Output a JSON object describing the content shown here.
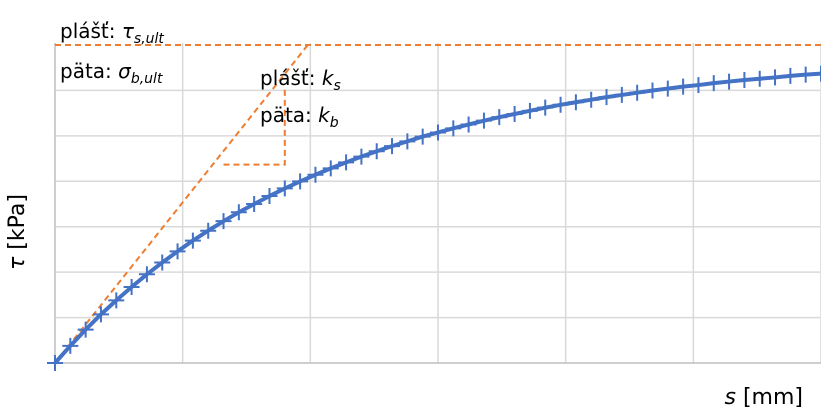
{
  "chart_data": {
    "type": "line",
    "xlabel_var": "s",
    "xlabel_unit": " [mm]",
    "ylabel_var": "τ",
    "ylabel_unit": " [kPa]",
    "xlim": [
      0,
      100
    ],
    "ylim": [
      0,
      100
    ],
    "grid": true,
    "legend": "none",
    "curve": {
      "k": 2.7,
      "x": [
        0,
        2,
        4,
        6,
        8,
        10,
        12,
        14,
        16,
        18,
        20,
        22,
        24,
        26,
        28,
        30,
        32,
        34,
        36,
        38,
        40,
        42,
        44,
        46,
        48,
        50,
        52,
        54,
        56,
        58,
        60,
        62,
        64,
        66,
        68,
        70,
        72,
        74,
        76,
        78,
        80,
        82,
        84,
        86,
        88,
        90,
        92,
        94,
        96,
        98,
        100
      ],
      "y": [
        0.0,
        5.4,
        10.5,
        15.3,
        19.7,
        23.9,
        27.9,
        31.6,
        35.1,
        38.5,
        41.6,
        44.6,
        47.4,
        50.0,
        52.5,
        54.9,
        57.1,
        59.2,
        61.2,
        63.1,
        64.9,
        66.6,
        68.2,
        69.7,
        71.2,
        72.5,
        73.8,
        75.0,
        76.2,
        77.3,
        78.3,
        79.3,
        80.3,
        81.2,
        82.0,
        82.8,
        83.6,
        84.3,
        85.0,
        85.7,
        86.3,
        86.9,
        87.4,
        88.0,
        88.5,
        89.0,
        89.4,
        89.8,
        90.3,
        90.7,
        91.0
      ],
      "color": "#4472C4"
    },
    "tangent": {
      "x": [
        0,
        33
      ],
      "y": [
        0,
        100
      ],
      "color": "#ED7D31"
    },
    "asymptote": {
      "y": 100,
      "color": "#ED7D31"
    },
    "slope_triangle": {
      "x1": 22,
      "x2": 30,
      "y_low": 62.4,
      "y_high": 86.6
    },
    "annotations": {
      "shaft_ult_prefix": "plášť: ",
      "shaft_ult_sym": "τ",
      "shaft_ult_sub": "s,ult",
      "base_ult_prefix": "päta: ",
      "base_ult_sym": "σ",
      "base_ult_sub": "b,ult",
      "shaft_k_prefix": "plášť: ",
      "shaft_k_sym": "k",
      "shaft_k_sub": "s",
      "base_k_prefix": "päta: ",
      "base_k_sym": "k",
      "base_k_sub": "b"
    }
  }
}
